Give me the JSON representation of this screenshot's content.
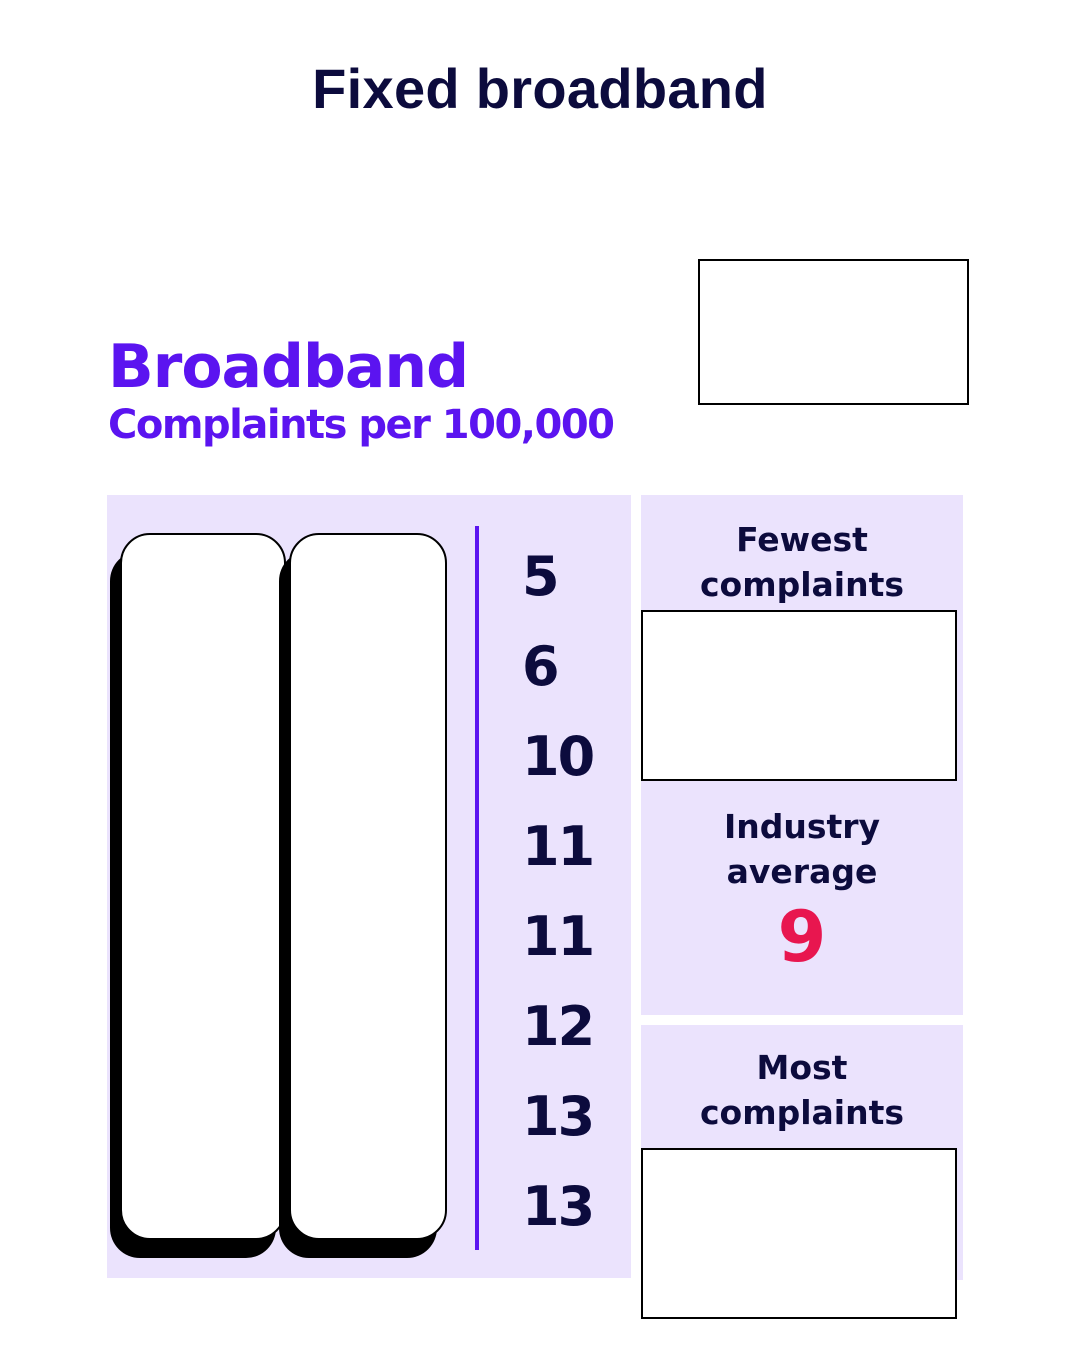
{
  "title": "Fixed broadband",
  "heading": "Broadband",
  "subheading": "Complaints per 100,000",
  "ranking": {
    "values": [
      "5",
      "6",
      "10",
      "11",
      "11",
      "12",
      "13",
      "13"
    ]
  },
  "fewest": {
    "label_line1": "Fewest",
    "label_line2": "complaints"
  },
  "average": {
    "label_line1": "Industry",
    "label_line2": "average",
    "value": "9"
  },
  "most": {
    "label_line1": "Most",
    "label_line2": "complaints"
  },
  "colors": {
    "brand_purple": "#5b14f0",
    "panel_background": "#ebe3fd",
    "text_navy": "#0c0b3d",
    "average_highlight": "#e8164f"
  }
}
